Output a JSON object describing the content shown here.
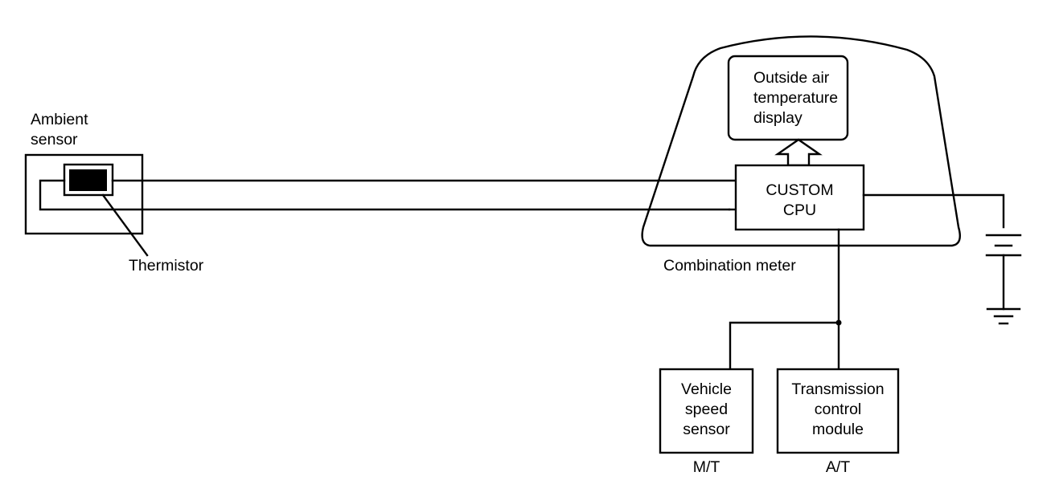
{
  "ambient_sensor": {
    "label_line1": "Ambient",
    "label_line2": "sensor",
    "thermistor_label": "Thermistor"
  },
  "combination_meter": {
    "label": "Combination meter",
    "display": {
      "line1": "Outside air",
      "line2": "temperature",
      "line3": "display"
    },
    "cpu": {
      "line1": "CUSTOM",
      "line2": "CPU"
    }
  },
  "vehicle_speed_sensor": {
    "line1": "Vehicle",
    "line2": "speed",
    "line3": "sensor",
    "variant": "M/T"
  },
  "transmission_control_module": {
    "line1": "Transmission",
    "line2": "control",
    "line3": "module",
    "variant": "A/T"
  },
  "battery": {
    "icon": "battery-icon"
  },
  "ground": {
    "icon": "ground-icon"
  }
}
